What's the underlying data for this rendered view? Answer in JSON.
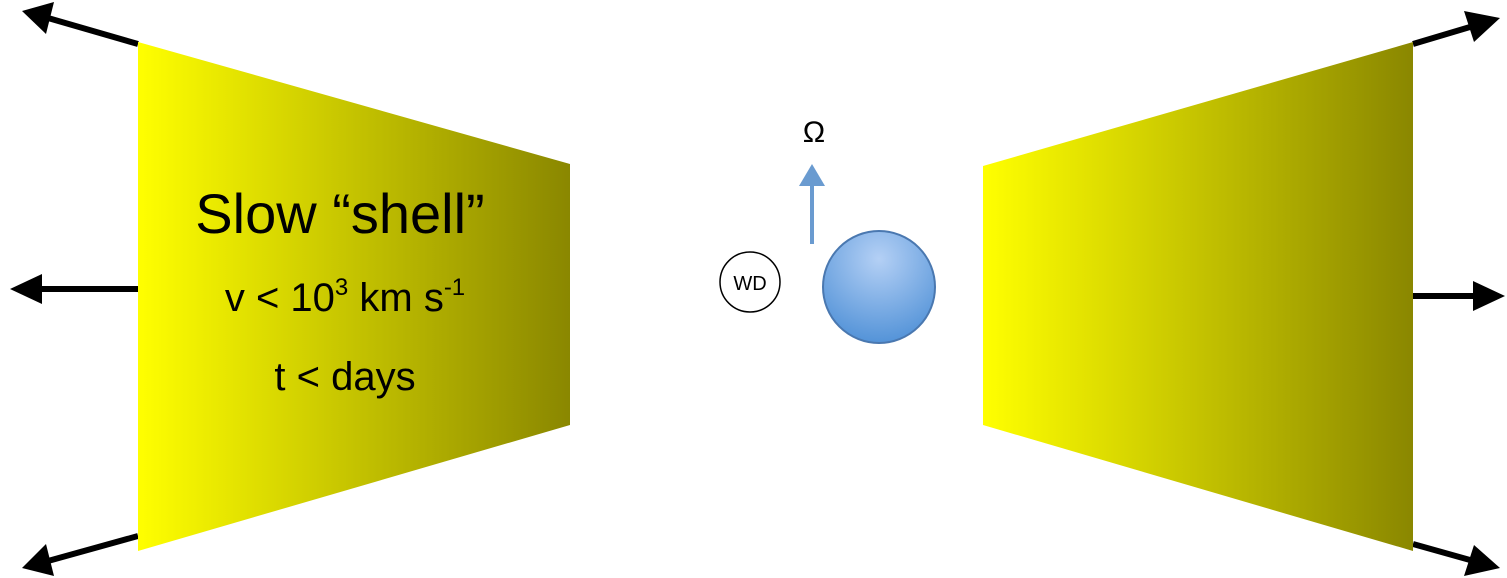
{
  "shell": {
    "title": "Slow “shell”",
    "velocity_prefix": "v < 10",
    "velocity_exponent": "3",
    "velocity_unit": " km s",
    "velocity_unit_exponent": "-1",
    "time": "t < days"
  },
  "rotation": {
    "symbol": "Ω"
  },
  "white_dwarf": {
    "label": "WD"
  },
  "colors": {
    "shell_light": "#ffff00",
    "shell_dark": "#8a8700",
    "star_light": "#a9c8f2",
    "star_dark": "#4d8fd6",
    "rotation_arrow": "#6a9bd0",
    "expansion_arrow": "#000000"
  }
}
